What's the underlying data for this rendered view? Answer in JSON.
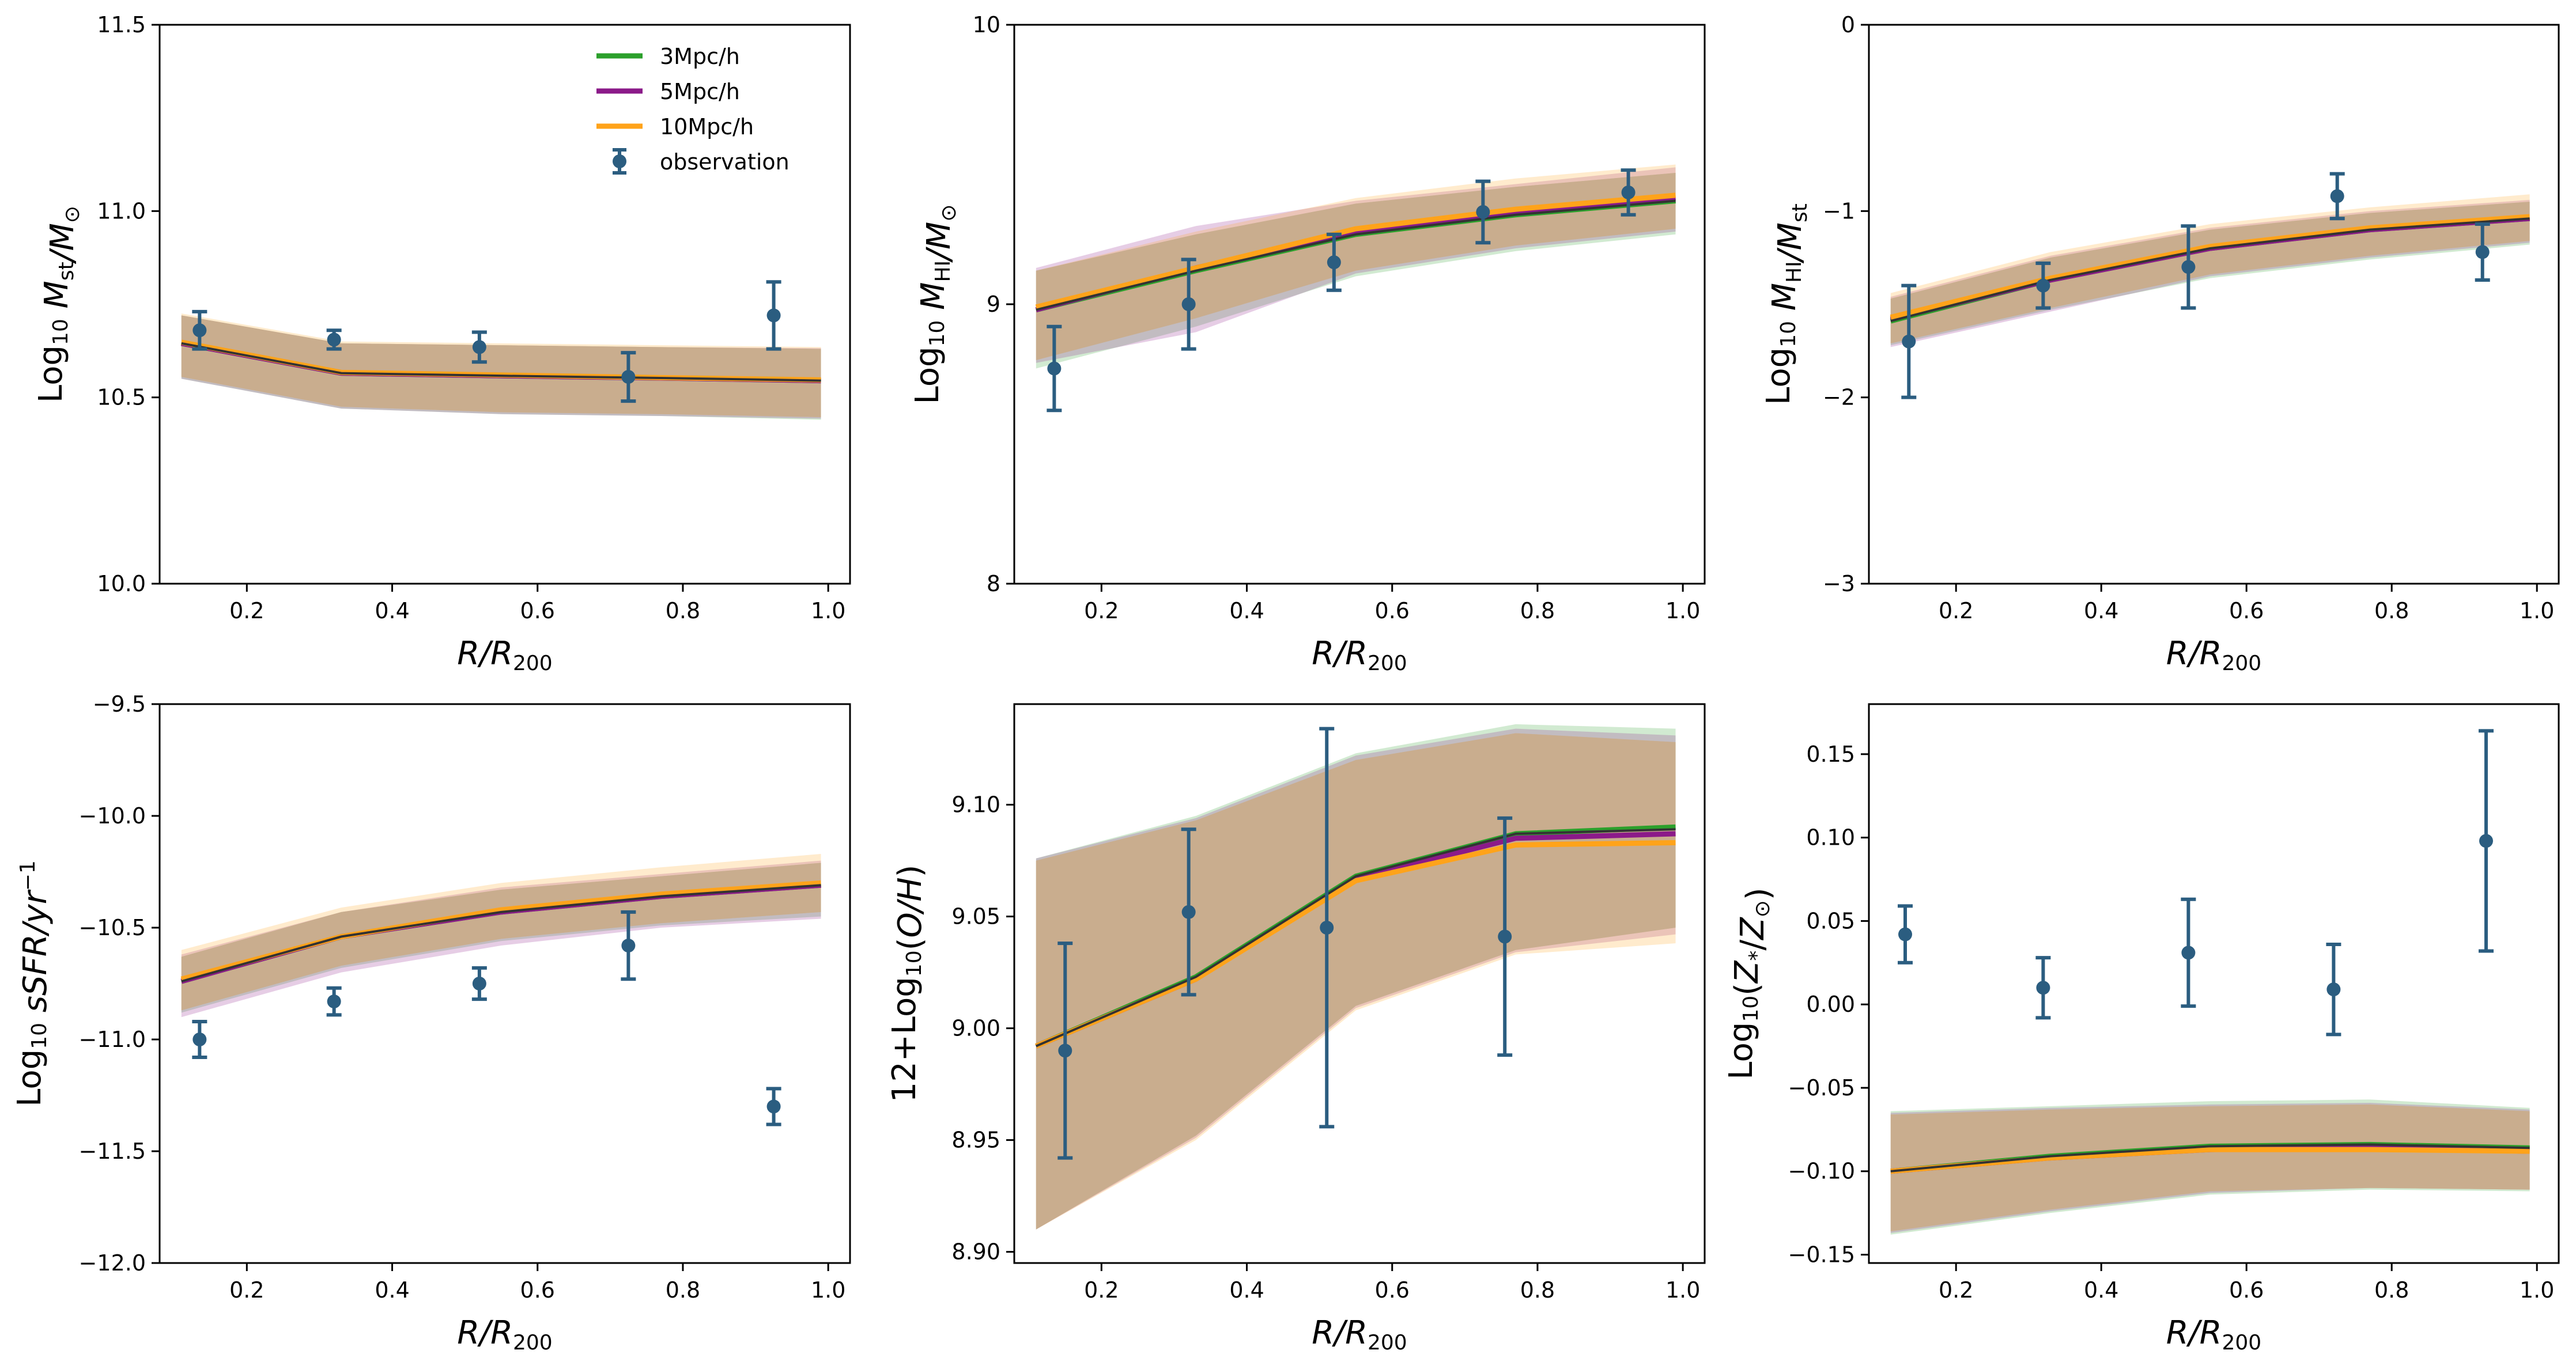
{
  "colors": {
    "3mpc": "#2ca02c",
    "5mpc": "#8b1a89",
    "10mpc": "#ffa31a",
    "observation": "#2b5d80",
    "mean_line": "#333333",
    "band_fill": "#c8ab8c"
  },
  "legend": {
    "items": [
      {
        "label": "3Mpc/h",
        "key": "3mpc",
        "kind": "line"
      },
      {
        "label": "5Mpc/h",
        "key": "5mpc",
        "kind": "line"
      },
      {
        "label": "10Mpc/h",
        "key": "10mpc",
        "kind": "line"
      },
      {
        "label": "observation",
        "key": "observation",
        "kind": "errorbar"
      }
    ]
  },
  "chart_data": [
    {
      "type": "line",
      "id": "panel-mst",
      "xlabel": "R/R200",
      "ylabel": "Log10 Mst/M⊙",
      "xlim": [
        0.08,
        1.03
      ],
      "ylim": [
        10.0,
        11.5
      ],
      "xticks": [
        0.2,
        0.4,
        0.6,
        0.8,
        1.0
      ],
      "xtick_labels": [
        "0.2",
        "0.4",
        "0.6",
        "0.8",
        "1.0"
      ],
      "yticks": [
        10.0,
        10.5,
        11.0,
        11.5
      ],
      "ytick_labels": [
        "10.0",
        "10.5",
        "11.0",
        "11.5"
      ],
      "has_legend": true,
      "legend_position": "upper-right",
      "x": [
        0.11,
        0.33,
        0.55,
        0.77,
        0.99
      ],
      "series": [
        {
          "name": "3Mpc/h",
          "color_key": "3mpc",
          "values": [
            10.645,
            10.565,
            10.558,
            10.552,
            10.545
          ],
          "lower": [
            10.55,
            10.47,
            10.455,
            10.45,
            10.44
          ],
          "upper": [
            10.72,
            10.645,
            10.64,
            10.635,
            10.63
          ]
        },
        {
          "name": "5Mpc/h",
          "color_key": "5mpc",
          "values": [
            10.645,
            10.565,
            10.558,
            10.552,
            10.545
          ],
          "lower": [
            10.55,
            10.47,
            10.455,
            10.45,
            10.443
          ],
          "upper": [
            10.72,
            10.645,
            10.64,
            10.635,
            10.632
          ]
        },
        {
          "name": "10Mpc/h",
          "color_key": "10mpc",
          "values": [
            10.648,
            10.567,
            10.56,
            10.553,
            10.547
          ],
          "lower": [
            10.555,
            10.475,
            10.46,
            10.455,
            10.447
          ],
          "upper": [
            10.725,
            10.65,
            10.645,
            10.64,
            10.635
          ]
        }
      ],
      "mean_line": [
        10.645,
        10.565,
        10.558,
        10.552,
        10.545
      ],
      "observation": {
        "x": [
          0.135,
          0.32,
          0.52,
          0.725,
          0.925
        ],
        "y": [
          10.68,
          10.655,
          10.635,
          10.555,
          10.72
        ],
        "err": [
          0.05,
          0.025,
          0.04,
          0.065,
          0.09
        ]
      }
    },
    {
      "type": "line",
      "id": "panel-mhi",
      "xlabel": "R/R200",
      "ylabel": "Log10 MHI/M⊙",
      "xlim": [
        0.08,
        1.03
      ],
      "ylim": [
        8.0,
        10.0
      ],
      "xticks": [
        0.2,
        0.4,
        0.6,
        0.8,
        1.0
      ],
      "xtick_labels": [
        "0.2",
        "0.4",
        "0.6",
        "0.8",
        "1.0"
      ],
      "yticks": [
        8,
        9,
        10
      ],
      "ytick_labels": [
        "8",
        "9",
        "10"
      ],
      "has_legend": false,
      "x": [
        0.11,
        0.33,
        0.55,
        0.77,
        0.99
      ],
      "series": [
        {
          "name": "3Mpc/h",
          "color_key": "3mpc",
          "values": [
            8.98,
            9.12,
            9.25,
            9.32,
            9.37
          ],
          "lower": [
            8.77,
            8.92,
            9.1,
            9.19,
            9.25
          ],
          "upper": [
            9.12,
            9.25,
            9.36,
            9.42,
            9.47
          ]
        },
        {
          "name": "5Mpc/h",
          "color_key": "5mpc",
          "values": [
            8.98,
            9.13,
            9.26,
            9.33,
            9.38
          ],
          "lower": [
            8.79,
            8.9,
            9.11,
            9.2,
            9.26
          ],
          "upper": [
            9.13,
            9.28,
            9.37,
            9.43,
            9.49
          ]
        },
        {
          "name": "10Mpc/h",
          "color_key": "10mpc",
          "values": [
            8.99,
            9.13,
            9.27,
            9.34,
            9.39
          ],
          "lower": [
            8.8,
            8.95,
            9.12,
            9.21,
            9.27
          ],
          "upper": [
            9.12,
            9.26,
            9.38,
            9.45,
            9.5
          ]
        }
      ],
      "mean_line": [
        8.98,
        9.12,
        9.25,
        9.32,
        9.37
      ],
      "observation": {
        "x": [
          0.135,
          0.32,
          0.52,
          0.725,
          0.925
        ],
        "y": [
          8.77,
          9.0,
          9.15,
          9.33,
          9.4
        ],
        "err": [
          0.15,
          0.16,
          0.1,
          0.11,
          0.08
        ]
      }
    },
    {
      "type": "line",
      "id": "panel-gas-fraction",
      "xlabel": "R/R200",
      "ylabel": "Log10 MHI/Mst",
      "xlim": [
        0.08,
        1.03
      ],
      "ylim": [
        -3,
        0
      ],
      "xticks": [
        0.2,
        0.4,
        0.6,
        0.8,
        1.0
      ],
      "xtick_labels": [
        "0.2",
        "0.4",
        "0.6",
        "0.8",
        "1.0"
      ],
      "yticks": [
        -3,
        -2,
        -1,
        0
      ],
      "ytick_labels": [
        "−3",
        "−2",
        "−1",
        "0"
      ],
      "has_legend": false,
      "x": [
        0.11,
        0.33,
        0.55,
        0.77,
        0.99
      ],
      "series": [
        {
          "name": "3Mpc/h",
          "color_key": "3mpc",
          "values": [
            -1.59,
            -1.37,
            -1.2,
            -1.1,
            -1.04
          ],
          "lower": [
            -1.72,
            -1.53,
            -1.36,
            -1.26,
            -1.18
          ],
          "upper": [
            -1.47,
            -1.25,
            -1.1,
            -1.01,
            -0.95
          ]
        },
        {
          "name": "5Mpc/h",
          "color_key": "5mpc",
          "values": [
            -1.58,
            -1.37,
            -1.2,
            -1.1,
            -1.04
          ],
          "lower": [
            -1.73,
            -1.54,
            -1.35,
            -1.25,
            -1.17
          ],
          "upper": [
            -1.46,
            -1.24,
            -1.09,
            -1.0,
            -0.94
          ]
        },
        {
          "name": "10Mpc/h",
          "color_key": "10mpc",
          "values": [
            -1.57,
            -1.36,
            -1.19,
            -1.09,
            -1.03
          ],
          "lower": [
            -1.71,
            -1.52,
            -1.34,
            -1.24,
            -1.16
          ],
          "upper": [
            -1.44,
            -1.22,
            -1.07,
            -0.98,
            -0.91
          ]
        }
      ],
      "mean_line": [
        -1.59,
        -1.37,
        -1.2,
        -1.1,
        -1.04
      ],
      "observation": {
        "x": [
          0.135,
          0.32,
          0.52,
          0.725,
          0.925
        ],
        "y": [
          -1.7,
          -1.4,
          -1.3,
          -0.92,
          -1.22
        ],
        "err": [
          0.3,
          0.12,
          0.22,
          0.12,
          0.15
        ]
      }
    },
    {
      "type": "line",
      "id": "panel-ssfr",
      "xlabel": "R/R200",
      "ylabel": "Log10 sSFR/yr−1",
      "xlim": [
        0.08,
        1.03
      ],
      "ylim": [
        -12.0,
        -9.5
      ],
      "xticks": [
        0.2,
        0.4,
        0.6,
        0.8,
        1.0
      ],
      "xtick_labels": [
        "0.2",
        "0.4",
        "0.6",
        "0.8",
        "1.0"
      ],
      "yticks": [
        -12.0,
        -11.5,
        -11.0,
        -10.5,
        -10.0,
        -9.5
      ],
      "ytick_labels": [
        "−12.0",
        "−11.5",
        "−11.0",
        "−10.5",
        "−10.0",
        "−9.5"
      ],
      "has_legend": false,
      "x": [
        0.11,
        0.33,
        0.55,
        0.77,
        0.99
      ],
      "series": [
        {
          "name": "3Mpc/h",
          "color_key": "3mpc",
          "values": [
            -10.74,
            -10.54,
            -10.43,
            -10.36,
            -10.31
          ],
          "lower": [
            -10.88,
            -10.68,
            -10.56,
            -10.49,
            -10.45
          ],
          "upper": [
            -10.63,
            -10.43,
            -10.33,
            -10.27,
            -10.21
          ]
        },
        {
          "name": "5Mpc/h",
          "color_key": "5mpc",
          "values": [
            -10.74,
            -10.54,
            -10.43,
            -10.36,
            -10.31
          ],
          "lower": [
            -10.9,
            -10.7,
            -10.58,
            -10.5,
            -10.46
          ],
          "upper": [
            -10.62,
            -10.43,
            -10.32,
            -10.26,
            -10.2
          ]
        },
        {
          "name": "10Mpc/h",
          "color_key": "10mpc",
          "values": [
            -10.73,
            -10.54,
            -10.42,
            -10.35,
            -10.3
          ],
          "lower": [
            -10.87,
            -10.67,
            -10.55,
            -10.48,
            -10.43
          ],
          "upper": [
            -10.6,
            -10.41,
            -10.3,
            -10.23,
            -10.17
          ]
        }
      ],
      "mean_line": [
        -10.74,
        -10.54,
        -10.43,
        -10.36,
        -10.31
      ],
      "observation": {
        "x": [
          0.135,
          0.32,
          0.52,
          0.725,
          0.925
        ],
        "y": [
          -11.0,
          -10.83,
          -10.75,
          -10.58,
          -11.3
        ],
        "err": [
          0.08,
          0.06,
          0.07,
          0.15,
          0.08
        ]
      }
    },
    {
      "type": "line",
      "id": "panel-oh",
      "xlabel": "R/R200",
      "ylabel": "12+Log10(O/H)",
      "xlim": [
        0.08,
        1.03
      ],
      "ylim": [
        8.895,
        9.145
      ],
      "xticks": [
        0.2,
        0.4,
        0.6,
        0.8,
        1.0
      ],
      "xtick_labels": [
        "0.2",
        "0.4",
        "0.6",
        "0.8",
        "1.0"
      ],
      "yticks": [
        8.9,
        8.95,
        9.0,
        9.05,
        9.1
      ],
      "ytick_labels": [
        "8.90",
        "8.95",
        "9.00",
        "9.05",
        "9.10"
      ],
      "has_legend": false,
      "x": [
        0.11,
        0.33,
        0.55,
        0.77,
        0.99
      ],
      "series": [
        {
          "name": "3Mpc/h",
          "color_key": "3mpc",
          "values": [
            8.992,
            9.023,
            9.068,
            9.087,
            9.09
          ],
          "lower": [
            8.91,
            8.952,
            9.01,
            9.035,
            9.045
          ],
          "upper": [
            9.076,
            9.095,
            9.123,
            9.136,
            9.134
          ]
        },
        {
          "name": "5Mpc/h",
          "color_key": "5mpc",
          "values": [
            8.992,
            9.022,
            9.067,
            9.085,
            9.087
          ],
          "lower": [
            8.91,
            8.951,
            9.009,
            9.034,
            9.042
          ],
          "upper": [
            9.076,
            9.094,
            9.122,
            9.134,
            9.131
          ]
        },
        {
          "name": "10Mpc/h",
          "color_key": "10mpc",
          "values": [
            8.992,
            9.022,
            9.066,
            9.082,
            9.083
          ],
          "lower": [
            8.91,
            8.95,
            9.008,
            9.033,
            9.038
          ],
          "upper": [
            9.075,
            9.093,
            9.12,
            9.132,
            9.128
          ]
        }
      ],
      "mean_line": [
        8.992,
        9.023,
        9.068,
        9.087,
        9.089
      ],
      "observation": {
        "x": [
          0.15,
          0.32,
          0.51,
          0.755
        ],
        "y": [
          8.99,
          9.052,
          9.045,
          9.041
        ],
        "err": [
          0.048,
          0.037,
          0.089,
          0.053
        ]
      }
    },
    {
      "type": "line",
      "id": "panel-zstar",
      "xlabel": "R/R200",
      "ylabel": "Log10(Z*/Z⊙)",
      "xlim": [
        0.08,
        1.03
      ],
      "ylim": [
        -0.155,
        0.18
      ],
      "xticks": [
        0.2,
        0.4,
        0.6,
        0.8,
        1.0
      ],
      "xtick_labels": [
        "0.2",
        "0.4",
        "0.6",
        "0.8",
        "1.0"
      ],
      "yticks": [
        -0.15,
        -0.1,
        -0.05,
        0.0,
        0.05,
        0.1,
        0.15
      ],
      "ytick_labels": [
        "−0.15",
        "−0.10",
        "−0.05",
        "0.00",
        "0.05",
        "0.10",
        "0.15"
      ],
      "has_legend": false,
      "x": [
        0.11,
        0.33,
        0.55,
        0.77,
        0.99
      ],
      "series": [
        {
          "name": "3Mpc/h",
          "color_key": "3mpc",
          "values": [
            -0.1,
            -0.091,
            -0.085,
            -0.084,
            -0.086
          ],
          "lower": [
            -0.138,
            -0.125,
            -0.114,
            -0.111,
            -0.112
          ],
          "upper": [
            -0.064,
            -0.061,
            -0.058,
            -0.057,
            -0.062
          ]
        },
        {
          "name": "5Mpc/h",
          "color_key": "5mpc",
          "values": [
            -0.1,
            -0.092,
            -0.087,
            -0.086,
            -0.088
          ],
          "lower": [
            -0.137,
            -0.124,
            -0.113,
            -0.11,
            -0.111
          ],
          "upper": [
            -0.065,
            -0.062,
            -0.06,
            -0.059,
            -0.063
          ]
        },
        {
          "name": "10Mpc/h",
          "color_key": "10mpc",
          "values": [
            -0.1,
            -0.092,
            -0.087,
            -0.087,
            -0.088
          ],
          "lower": [
            -0.136,
            -0.123,
            -0.112,
            -0.11,
            -0.111
          ],
          "upper": [
            -0.066,
            -0.063,
            -0.061,
            -0.06,
            -0.064
          ]
        }
      ],
      "mean_line": [
        -0.1,
        -0.091,
        -0.085,
        -0.084,
        -0.086
      ],
      "observation": {
        "x": [
          0.13,
          0.32,
          0.52,
          0.72,
          0.93
        ],
        "y": [
          0.042,
          0.01,
          0.031,
          0.009,
          0.098
        ],
        "err": [
          0.017,
          0.018,
          0.032,
          0.027,
          0.066
        ]
      }
    }
  ]
}
